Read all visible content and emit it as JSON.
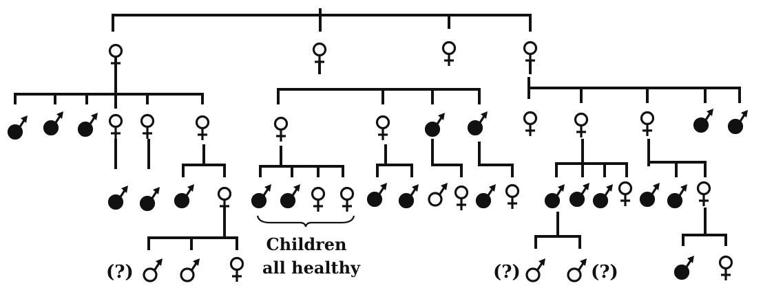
{
  "figure": {
    "annotation_line1": "Children",
    "annotation_line2": "all healthy",
    "uncertain_mark": "(?)"
  },
  "legend_semantics": {
    "female_symbol": "♀",
    "male_symbol": "♂",
    "filled_male": "affected male",
    "open_male": "unaffected male"
  },
  "individuals": [
    {
      "id": "g2-a",
      "sex": "female",
      "affected": false
    },
    {
      "id": "g2-b",
      "sex": "female",
      "affected": false
    },
    {
      "id": "g2-c",
      "sex": "female",
      "affected": false
    },
    {
      "id": "g2-d",
      "sex": "female",
      "affected": false
    },
    {
      "id": "g3-1",
      "sex": "male",
      "affected": true
    },
    {
      "id": "g3-2",
      "sex": "male",
      "affected": true
    },
    {
      "id": "g3-3",
      "sex": "male",
      "affected": true
    },
    {
      "id": "g3-4",
      "sex": "female",
      "affected": false
    },
    {
      "id": "g3-5",
      "sex": "female",
      "affected": false
    },
    {
      "id": "g3-6",
      "sex": "female",
      "affected": false
    },
    {
      "id": "g3-7",
      "sex": "female",
      "affected": false
    },
    {
      "id": "g3-8",
      "sex": "female",
      "affected": false
    },
    {
      "id": "g3-9",
      "sex": "male",
      "affected": true
    },
    {
      "id": "g3-10",
      "sex": "male",
      "affected": true
    },
    {
      "id": "g3-11",
      "sex": "female",
      "affected": false
    },
    {
      "id": "g3-12",
      "sex": "female",
      "affected": false
    },
    {
      "id": "g3-13",
      "sex": "female",
      "affected": false
    },
    {
      "id": "g3-14",
      "sex": "male",
      "affected": true
    },
    {
      "id": "g3-15",
      "sex": "male",
      "affected": true
    },
    {
      "id": "g4-1",
      "sex": "male",
      "affected": true
    },
    {
      "id": "g4-2",
      "sex": "male",
      "affected": true
    },
    {
      "id": "g4-3",
      "sex": "male",
      "affected": true
    },
    {
      "id": "g4-4",
      "sex": "female",
      "affected": false
    },
    {
      "id": "g4-5",
      "sex": "male",
      "affected": true
    },
    {
      "id": "g4-6",
      "sex": "male",
      "affected": true
    },
    {
      "id": "g4-7",
      "sex": "female",
      "affected": false
    },
    {
      "id": "g4-8",
      "sex": "female",
      "affected": false
    },
    {
      "id": "g4-9",
      "sex": "male",
      "affected": true
    },
    {
      "id": "g4-10",
      "sex": "male",
      "affected": true
    },
    {
      "id": "g4-11",
      "sex": "male",
      "affected": false
    },
    {
      "id": "g4-12",
      "sex": "female",
      "affected": false
    },
    {
      "id": "g4-13",
      "sex": "male",
      "affected": true
    },
    {
      "id": "g4-14",
      "sex": "female",
      "affected": false
    },
    {
      "id": "g4-15",
      "sex": "male",
      "affected": true
    },
    {
      "id": "g4-16",
      "sex": "male",
      "affected": true
    },
    {
      "id": "g4-17",
      "sex": "male",
      "affected": true
    },
    {
      "id": "g4-18",
      "sex": "female",
      "affected": false
    },
    {
      "id": "g4-19",
      "sex": "male",
      "affected": true
    },
    {
      "id": "g4-20",
      "sex": "male",
      "affected": true
    },
    {
      "id": "g4-21",
      "sex": "female",
      "affected": false
    },
    {
      "id": "g5-1",
      "sex": "male",
      "affected": false,
      "uncertain": true
    },
    {
      "id": "g5-2",
      "sex": "male",
      "affected": false
    },
    {
      "id": "g5-3",
      "sex": "female",
      "affected": false
    },
    {
      "id": "g5-4",
      "sex": "male",
      "affected": false,
      "uncertain": true
    },
    {
      "id": "g5-5",
      "sex": "male",
      "affected": false,
      "uncertain": true
    },
    {
      "id": "g5-6",
      "sex": "male",
      "affected": true
    },
    {
      "id": "g5-7",
      "sex": "female",
      "affected": false
    }
  ]
}
